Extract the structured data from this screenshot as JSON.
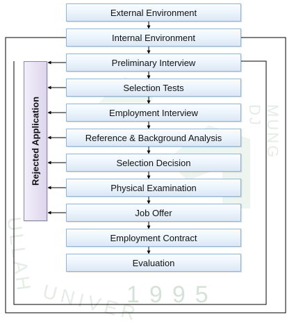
{
  "steps": [
    "External Environment",
    "Internal Environment",
    "Preliminary Interview",
    "Selection Tests",
    "Employment Interview",
    "Reference & Background Analysis",
    "Selection Decision",
    "Physical Examination",
    "Job Offer",
    "Employment Contract",
    "Evaluation"
  ],
  "rejected_label": "Rejected Application",
  "watermark": {
    "year": "1995",
    "arc_text": "UNIVER",
    "left_text": "ULLAH",
    "right_text": "MUNG DJ"
  },
  "colors": {
    "step_border": "#8fb4d4",
    "reject_border": "#8e86a6",
    "reject_fill": "#ddd6ec",
    "arrow": "#000000",
    "watermark": "#b6c9b9"
  }
}
